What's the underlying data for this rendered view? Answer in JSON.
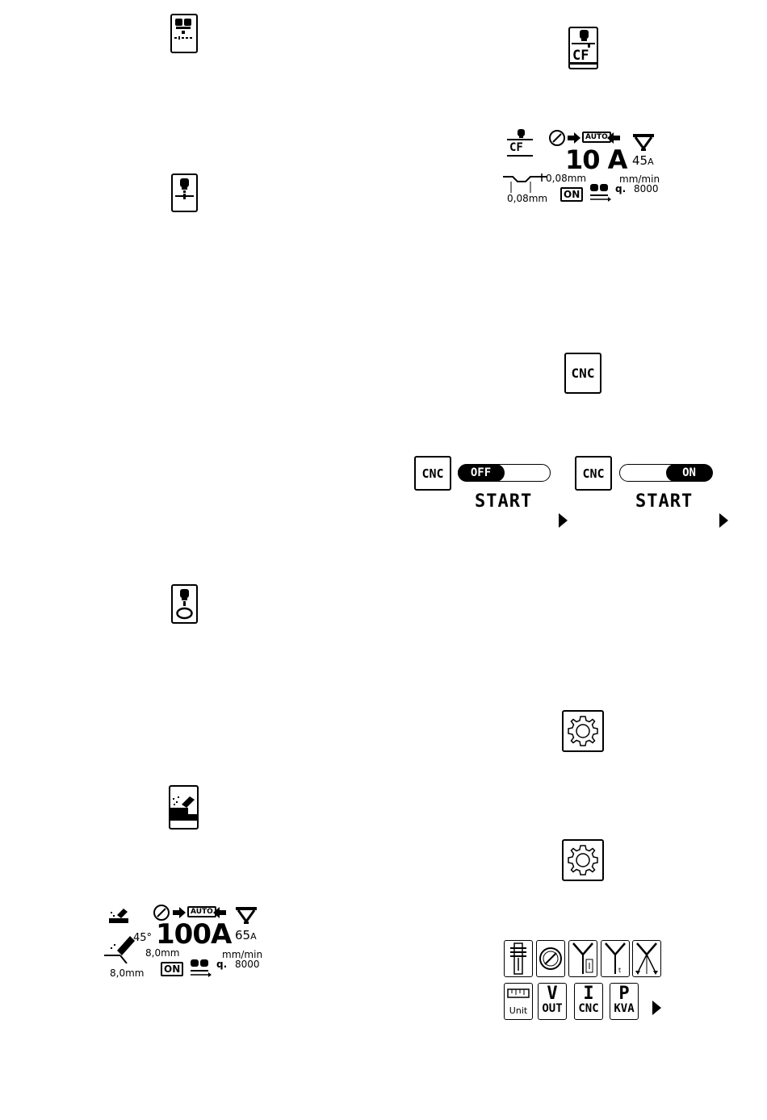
{
  "left": {
    "panel": {
      "angle": "45°",
      "current": "100A",
      "pilot": "65",
      "pilot_unit": "A",
      "dim_top": "8,0mm",
      "dim_bottom": "8,0mm",
      "speed_unit": "mm/min",
      "speed_prefix": "q.",
      "speed": "8000",
      "auto": "AUTO",
      "on": "ON"
    }
  },
  "right": {
    "cf_label": "CF",
    "panel": {
      "cf": "CF",
      "current": "10 A",
      "pilot": "45",
      "pilot_unit": "A",
      "dim_top": "0,08mm",
      "dim_bottom": "0,08mm",
      "speed_unit": "mm/min",
      "speed_prefix": "q.",
      "speed": "8000",
      "auto": "AUTO",
      "on": "ON"
    },
    "cnc_label": "CNC",
    "toggle_off": {
      "cnc": "CNC",
      "state": "OFF",
      "start": "START"
    },
    "toggle_on": {
      "cnc": "CNC",
      "state": "ON",
      "start": "START"
    },
    "grid_row2": [
      {
        "top": "",
        "bottom": "Unit"
      },
      {
        "top": "V",
        "bottom": "OUT"
      },
      {
        "top": "I",
        "bottom": "CNC"
      },
      {
        "top": "P",
        "bottom": "KVA"
      }
    ]
  },
  "icons": {
    "mode_grid": "multi-torch-icon",
    "mode_single": "single-torch-icon",
    "mode_cycle": "torch-cycle-icon",
    "mode_bevel": "bevel-cut-icon",
    "cf": "cf-torch-icon",
    "cnc": "cnc-icon",
    "settings1": "gear-icon",
    "settings2": "gear-icon"
  }
}
